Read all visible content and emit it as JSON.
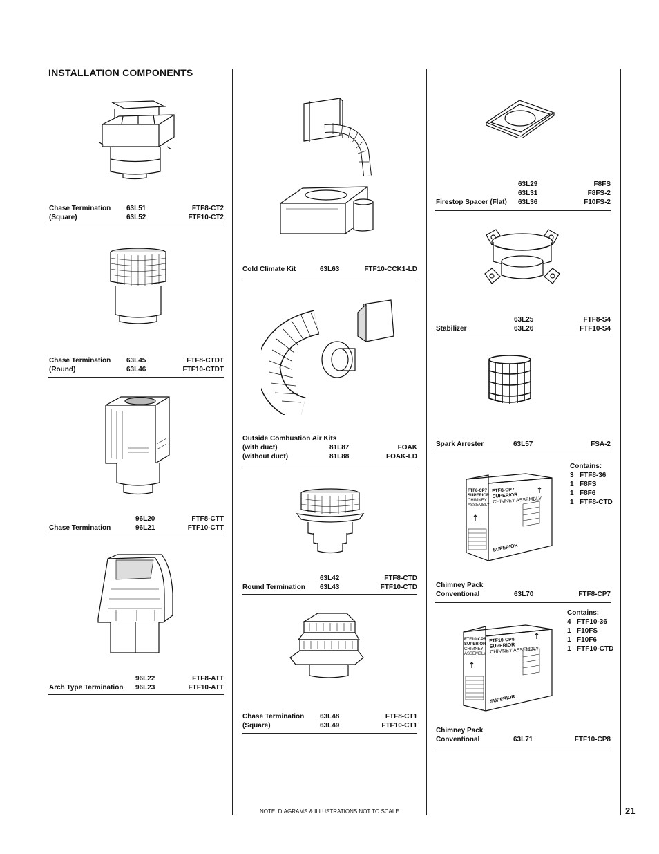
{
  "page": {
    "heading": "INSTALLATION COMPONENTS",
    "note": "NOTE: DIAGRAMS & ILLUSTRATIONS NOT TO SCALE.",
    "page_number": "21"
  },
  "items": {
    "chase_term_square_a": {
      "l1": "Chase Termination",
      "l2": "(Square)",
      "p1": "63L51",
      "p2": "63L52",
      "m1": "FTF8-CT2",
      "m2": "FTF10-CT2"
    },
    "chase_term_round": {
      "l1": "Chase Termination",
      "l2": "(Round)",
      "p1": "63L45",
      "p2": "63L46",
      "m1": "FTF8-CTDT",
      "m2": "FTF10-CTDT"
    },
    "chase_term": {
      "l2": "Chase Termination",
      "p1": "96L20",
      "p2": "96L21",
      "m1": "FTF8-CTT",
      "m2": "FTF10-CTT"
    },
    "arch_term": {
      "l2": "Arch Type Termination",
      "p1": "96L22",
      "p2": "96L23",
      "m1": "FTF8-ATT",
      "m2": "FTF10-ATT"
    },
    "cold_climate": {
      "l1": "Cold Climate Kit",
      "p1": "63L63",
      "m1": "FTF10-CCK1-LD"
    },
    "outside_air": {
      "l1": "Outside Combustion Air Kits",
      "l2": "(with duct)",
      "l3": "(without duct)",
      "p2": "81L87",
      "p3": "81L88",
      "m2": "FOAK",
      "m3": "FOAK-LD"
    },
    "round_term": {
      "l2": "Round Termination",
      "p1": "63L42",
      "p2": "63L43",
      "m1": "FTF8-CTD",
      "m2": "FTF10-CTD"
    },
    "chase_term_square_b": {
      "l1": "Chase Termination",
      "l2": "(Square)",
      "p1": "63L48",
      "p2": "63L49",
      "m1": "FTF8-CT1",
      "m2": "FTF10-CT1"
    },
    "firestop": {
      "l3": "Firestop Spacer (Flat)",
      "p1": "63L29",
      "p2": "63L31",
      "p3": "63L36",
      "m1": "F8FS",
      "m2": "F8FS-2",
      "m3": "F10FS-2"
    },
    "stabilizer": {
      "l2": "Stabilizer",
      "p1": "63L25",
      "p2": "63L26",
      "m1": "FTF8-S4",
      "m2": "FTF10-S4"
    },
    "spark_arrester": {
      "l1": "Spark Arrester",
      "p1": "63L57",
      "m1": "FSA-2"
    },
    "chimney_pack_7": {
      "l1": "Chimney Pack",
      "l2": "Conventional",
      "p2": "63L70",
      "m2": "FTF8-CP7",
      "contains_title": "Contains:",
      "contains": [
        {
          "q": "3",
          "n": "FTF8-36"
        },
        {
          "q": "1",
          "n": "F8FS"
        },
        {
          "q": "1",
          "n": "F8F6"
        },
        {
          "q": "1",
          "n": "FTF8-CTD"
        }
      ],
      "box_side_model": "FTF8-CP7",
      "box_front_model": "FTF8-CP7",
      "brand": "SUPERIOR",
      "box_label": "CHIMNEY ASSEMBLY",
      "box_side_label": "CHIMNEY ASSEMBLY"
    },
    "chimney_pack_8": {
      "l1": "Chimney Pack",
      "l2": "Conventional",
      "p2": "63L71",
      "m2": "FTF10-CP8",
      "contains_title": "Contains:",
      "contains": [
        {
          "q": "4",
          "n": "FTF10-36"
        },
        {
          "q": "1",
          "n": "F10FS"
        },
        {
          "q": "1",
          "n": "F10F6"
        },
        {
          "q": "1",
          "n": "FTF10-CTD"
        }
      ],
      "box_side_model": "FTF10-CP8",
      "box_front_model": "FTF10-CP8",
      "brand": "SUPERIOR",
      "box_label": "CHIMNEY ASSEMBLY",
      "box_side_label": "CHIMNEY ASSEMBLY"
    }
  }
}
